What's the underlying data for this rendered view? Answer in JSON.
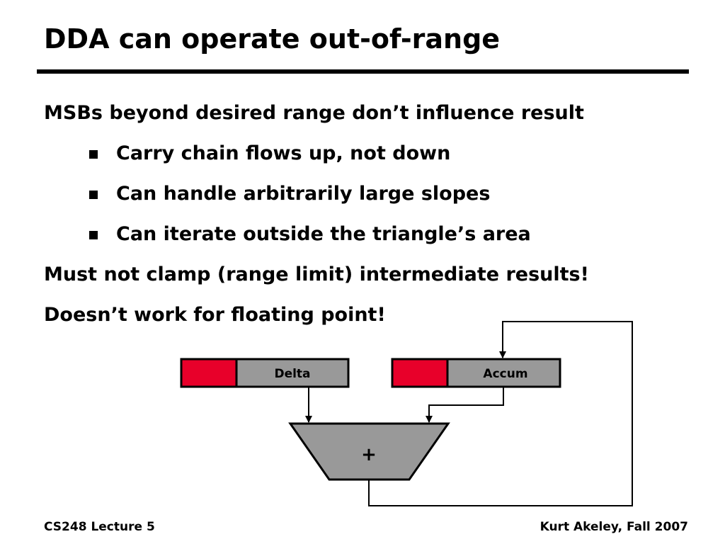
{
  "slide": {
    "title": "DDA can operate out-of-range"
  },
  "body": {
    "line1": "MSBs beyond desired range don’t influence result",
    "bullets": [
      "Carry chain flows up, not down",
      "Can handle arbitrarily large slopes",
      "Can iterate outside the triangle’s area"
    ],
    "line2": "Must not clamp (range limit) intermediate results!",
    "line3": "Doesn’t work for floating point!"
  },
  "diagram": {
    "delta_label": "Delta",
    "accum_label": "Accum",
    "adder_label": "+",
    "colors": {
      "msb_red": "#e8002a",
      "register_gray": "#999999",
      "stroke": "#000000"
    }
  },
  "footer": {
    "left": "CS248 Lecture 5",
    "right": "Kurt Akeley, Fall 2007"
  }
}
